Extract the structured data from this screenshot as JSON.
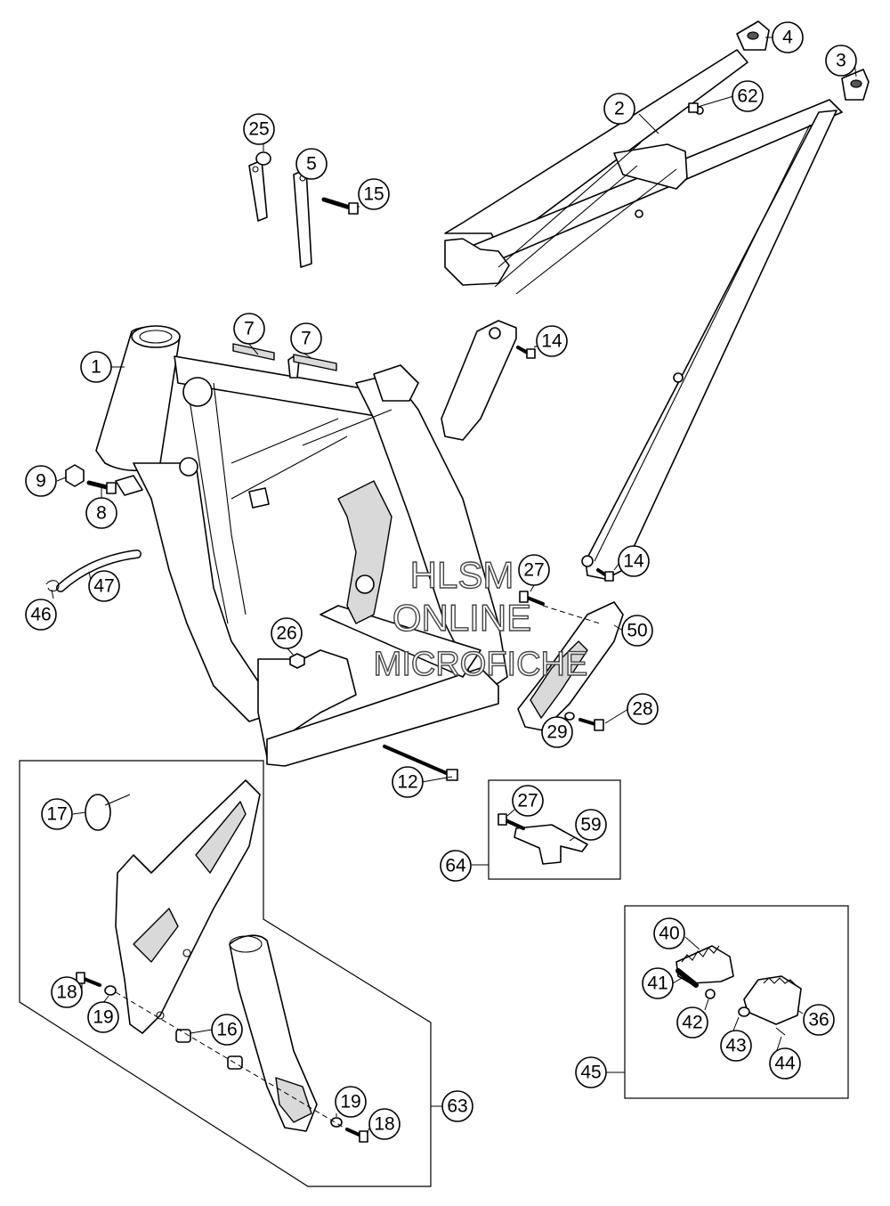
{
  "callouts": {
    "c1": "1",
    "c2": "2",
    "c3": "3",
    "c4": "4",
    "c5": "5",
    "c7a": "7",
    "c7b": "7",
    "c8": "8",
    "c9": "9",
    "c12": "12",
    "c14a": "14",
    "c14b": "14",
    "c15": "15",
    "c16": "16",
    "c17": "17",
    "c18a": "18",
    "c18b": "18",
    "c19a": "19",
    "c19b": "19",
    "c25": "25",
    "c26": "26",
    "c27a": "27",
    "c27b": "27",
    "c28": "28",
    "c29": "29",
    "c36": "36",
    "c40": "40",
    "c41": "41",
    "c42": "42",
    "c43": "43",
    "c44": "44",
    "c45": "45",
    "c46": "46",
    "c47": "47",
    "c50": "50",
    "c59": "59",
    "c62": "62",
    "c63": "63",
    "c64": "64"
  },
  "watermark": {
    "line1": "HLSM",
    "line2": "ONLINE",
    "line3": "MICROFICHE"
  }
}
